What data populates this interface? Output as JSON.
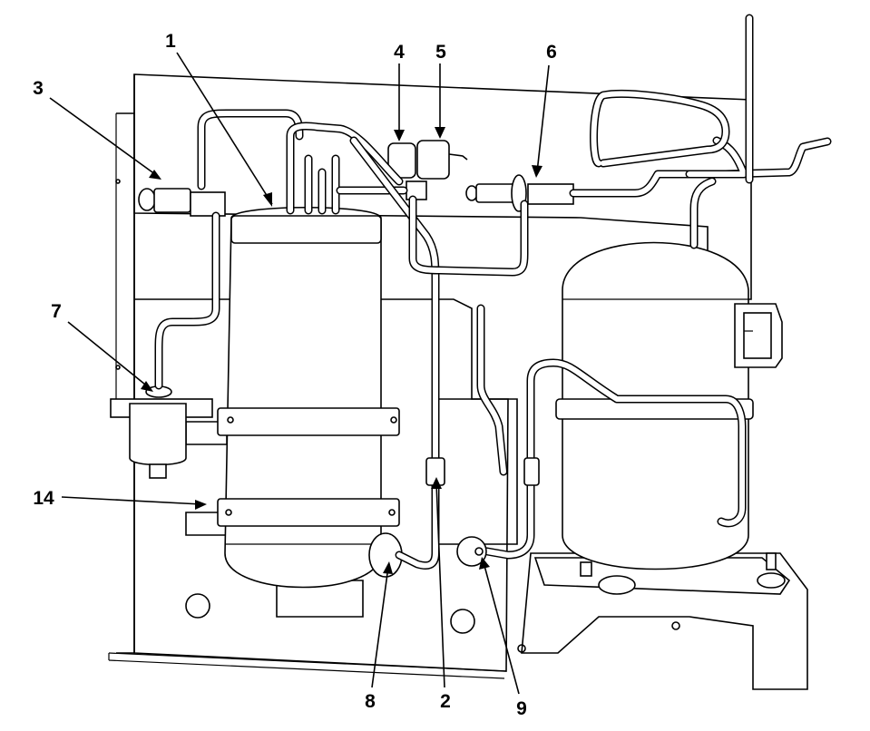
{
  "callouts": {
    "c1": "1",
    "c2": "2",
    "c3": "3",
    "c4": "4",
    "c5": "5",
    "c6": "6",
    "c7": "7",
    "c8": "8",
    "c9": "9",
    "c14": "14"
  },
  "colors": {
    "line": "#000000",
    "background": "#ffffff"
  }
}
